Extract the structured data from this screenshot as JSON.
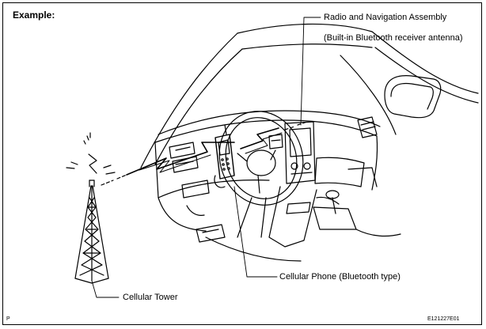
{
  "header": {
    "example_label": "Example:"
  },
  "callouts": {
    "radio_assembly": "Radio and Navigation Assembly",
    "bluetooth_antenna": "(Built-in Bluetooth receiver antenna)",
    "cellular_phone": "Cellular Phone (Bluetooth type)",
    "cellular_tower": "Cellular Tower"
  },
  "footer": {
    "p_mark": "P",
    "figure_id": "E121227E01"
  }
}
